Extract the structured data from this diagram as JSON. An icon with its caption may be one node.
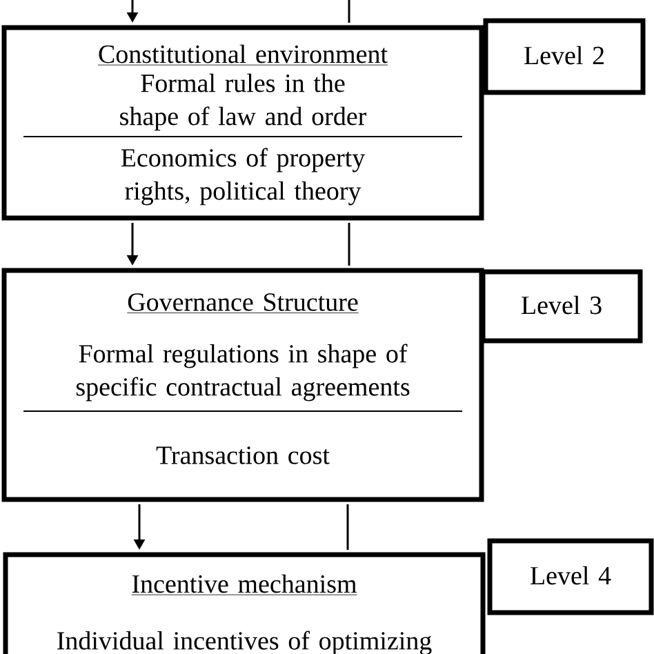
{
  "diagram": {
    "nodes": [
      {
        "text": [
          "Constitutional environment",
          "Formal rules in the shape of law and order",
          "Economics of property rights, political theory"
        ]
      },
      {
        "text": [
          "Level 2"
        ]
      },
      {
        "text": [
          "Governance Structure",
          "Formal regulations in shape of specific contractual agreements",
          "Transaction cost"
        ]
      },
      {
        "text": [
          "Level 3"
        ]
      },
      {
        "text": [
          "Incentive mechanism",
          "Individual incentives of optimizing"
        ]
      },
      {
        "text": [
          "Level 4"
        ]
      }
    ],
    "edges": [
      {
        "from": null,
        "to": 0,
        "arrow": "to"
      },
      {
        "from": 0,
        "to": null,
        "arrow": "none"
      },
      {
        "from": 0,
        "to": 2,
        "arrow": "to"
      },
      {
        "from": 2,
        "to": 0,
        "arrow": "none"
      },
      {
        "from": 2,
        "to": 4,
        "arrow": "to"
      },
      {
        "from": 4,
        "to": 2,
        "arrow": "none"
      }
    ]
  }
}
